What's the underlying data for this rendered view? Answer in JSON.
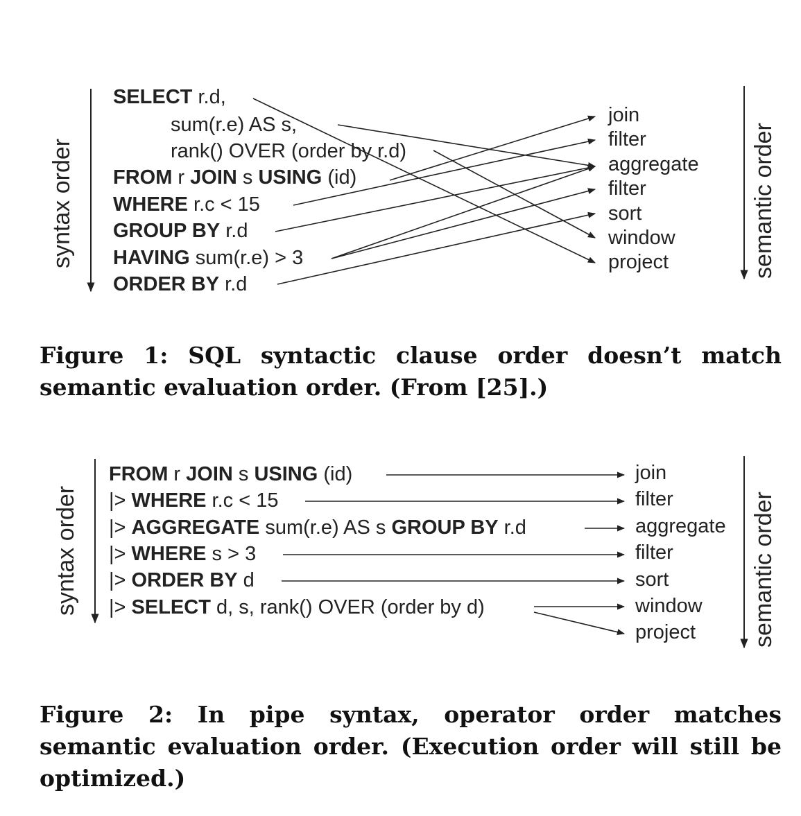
{
  "figure1": {
    "syntax_axis_label": "syntax order",
    "semantic_axis_label": "semantic order",
    "syntax_lines": [
      {
        "kw": "SELECT",
        "rest": " r.d,"
      },
      {
        "kw": "",
        "rest": "sum(r.e) AS s,"
      },
      {
        "kw": "",
        "rest": "rank() OVER (order by r.d)"
      },
      {
        "kw": "FROM",
        "rest": " r ",
        "kw2": "JOIN",
        "rest2": " s ",
        "kw3": "USING",
        "rest3": " (id)"
      },
      {
        "kw": "WHERE",
        "rest": " r.c < 15"
      },
      {
        "kw": "GROUP BY",
        "rest": " r.d"
      },
      {
        "kw": "HAVING",
        "rest": " sum(r.e) > 3"
      },
      {
        "kw": "ORDER BY",
        "rest": " r.d"
      }
    ],
    "semantic_items": [
      "join",
      "filter",
      "aggregate",
      "filter",
      "sort",
      "window",
      "project"
    ],
    "caption": "Figure 1: SQL syntactic clause order doesn’t match semantic evaluation order. (From [25].)"
  },
  "figure2": {
    "syntax_axis_label": "syntax order",
    "semantic_axis_label": "semantic order",
    "syntax_lines": [
      {
        "pipe": "",
        "kw": "FROM",
        "rest": " r ",
        "kw2": "JOIN",
        "rest2": " s ",
        "kw3": "USING",
        "rest3": " (id)"
      },
      {
        "pipe": "|> ",
        "kw": "WHERE",
        "rest": " r.c < 15"
      },
      {
        "pipe": "|> ",
        "kw": "AGGREGATE",
        "rest": " sum(r.e) AS s ",
        "kw2": "GROUP BY",
        "rest2": " r.d"
      },
      {
        "pipe": "|> ",
        "kw": "WHERE",
        "rest": " s > 3"
      },
      {
        "pipe": "|> ",
        "kw": "ORDER BY",
        "rest": " d"
      },
      {
        "pipe": "|> ",
        "kw": "SELECT",
        "rest": " d, s, rank() OVER (order by d)"
      }
    ],
    "semantic_items": [
      "join",
      "filter",
      "aggregate",
      "filter",
      "sort",
      "window",
      "project"
    ],
    "caption": "Figure 2: In pipe syntax, operator order matches semantic evaluation order. (Execution order will still be optimized.)"
  }
}
